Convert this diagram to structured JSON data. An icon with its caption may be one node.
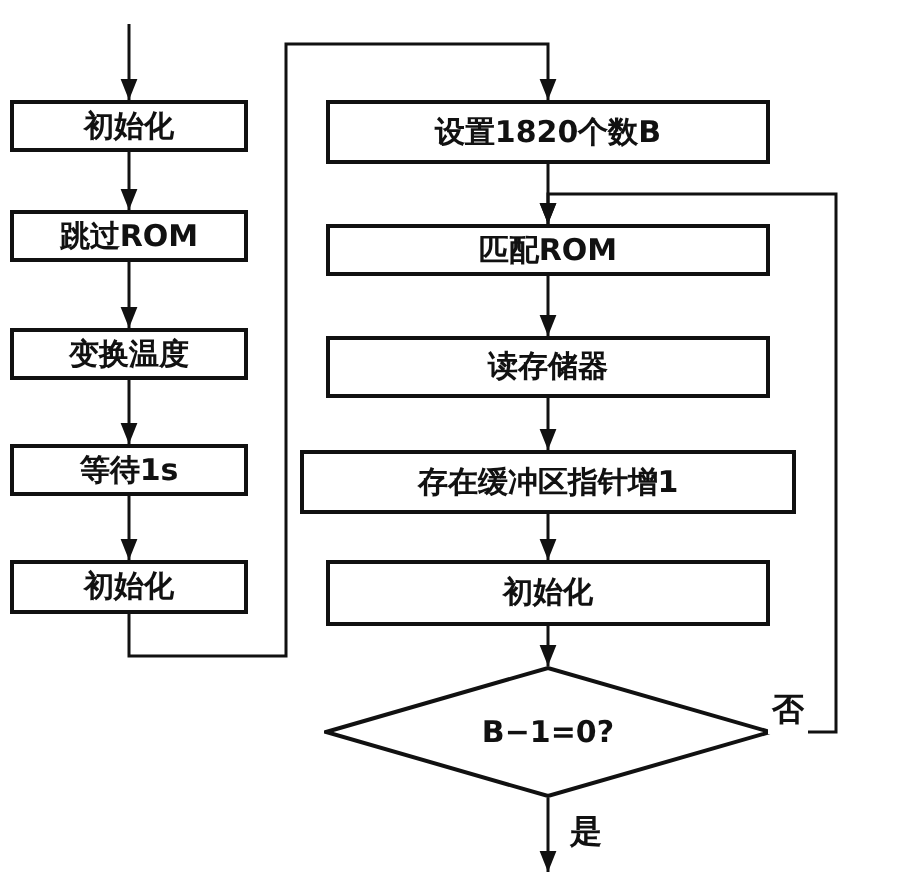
{
  "diagram": {
    "nodes": [
      {
        "text": [
          "初始化"
        ]
      },
      {
        "text": [
          "跳过ROM"
        ]
      },
      {
        "text": [
          "变换温度"
        ]
      },
      {
        "text": [
          "等待1s"
        ]
      },
      {
        "text": [
          "初始化"
        ]
      },
      {
        "text": [
          "设置1820个数B"
        ]
      },
      {
        "text": [
          "匹配ROM"
        ]
      },
      {
        "text": [
          "读存储器"
        ]
      },
      {
        "text": [
          "存在缓冲区指针增1"
        ]
      },
      {
        "text": [
          "初始化"
        ]
      },
      {
        "text": [
          "B−1=0?"
        ]
      }
    ],
    "edges": [
      {
        "from": null,
        "to": 0,
        "arrow": "to"
      },
      {
        "from": 0,
        "to": 1,
        "arrow": "to"
      },
      {
        "from": 1,
        "to": 2,
        "arrow": "to"
      },
      {
        "from": 2,
        "to": 3,
        "arrow": "to"
      },
      {
        "from": 3,
        "to": 4,
        "arrow": "to"
      },
      {
        "from": 4,
        "to": 5,
        "arrow": "to"
      },
      {
        "from": 5,
        "to": 6,
        "arrow": "to"
      },
      {
        "from": 6,
        "to": 7,
        "arrow": "to"
      },
      {
        "from": 7,
        "to": 8,
        "arrow": "to"
      },
      {
        "from": 8,
        "to": 9,
        "arrow": "to"
      },
      {
        "from": 9,
        "to": 10,
        "arrow": "to"
      },
      {
        "from": 10,
        "to": 6,
        "arrow": "to",
        "label": "否"
      },
      {
        "from": 10,
        "to": null,
        "arrow": "to",
        "label": "是"
      }
    ]
  }
}
